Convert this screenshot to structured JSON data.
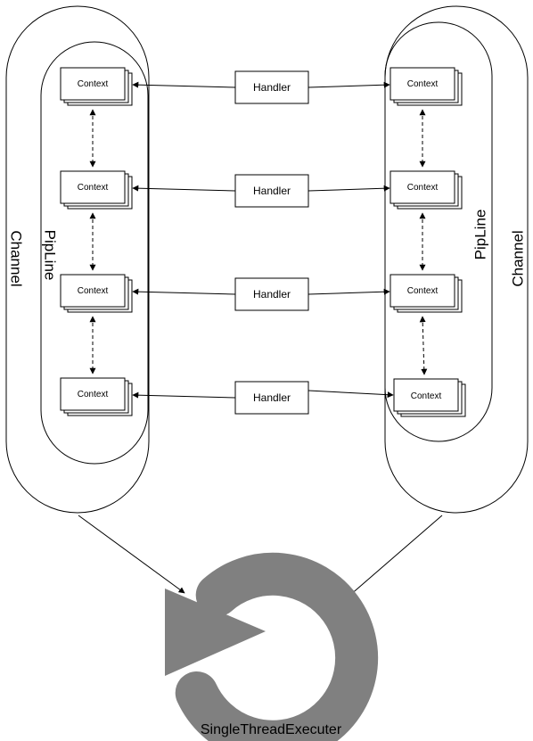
{
  "labels": {
    "channel_left": "Channel",
    "channel_right": "Channel",
    "pipeline_left": "PipLine",
    "pipeline_right": "PipLine",
    "executor": "SingleThreadExecuter"
  },
  "left_contexts": [
    "Context",
    "Context",
    "Context",
    "Context"
  ],
  "right_contexts": [
    "Context",
    "Context",
    "Context",
    "Context"
  ],
  "handlers": [
    "Handler",
    "Handler",
    "Handler",
    "Handler"
  ],
  "colors": {
    "stroke": "#000000",
    "executor_arrow": "#808080"
  }
}
